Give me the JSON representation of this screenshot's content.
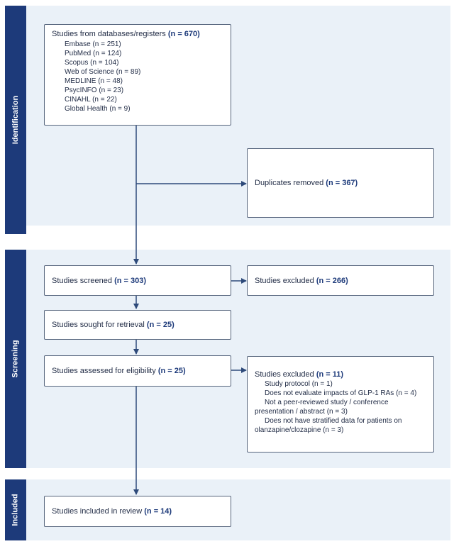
{
  "sections": {
    "identification": "Identification",
    "screening": "Screening",
    "included": "Included"
  },
  "identification": {
    "title": "Studies from databases/registers",
    "title_count": "(n = 670)",
    "sources": [
      "Embase (n = 251)",
      "PubMed (n = 124)",
      "Scopus (n = 104)",
      "Web of Science (n = 89)",
      "MEDLINE (n = 48)",
      "PsycINFO (n = 23)",
      "CINAHL (n = 22)",
      "Global Health (n = 9)"
    ],
    "duplicates_label": "Duplicates removed",
    "duplicates_count": "(n = 367)"
  },
  "screening": {
    "screened_label": "Studies screened",
    "screened_count": "(n = 303)",
    "excluded_label": "Studies excluded",
    "excluded_count": "(n = 266)",
    "sought_label": "Studies sought for retrieval",
    "sought_count": "(n = 25)",
    "assessed_label": "Studies assessed for eligibility",
    "assessed_count": "(n = 25)",
    "excluded2_label": "Studies excluded",
    "excluded2_count": "(n = 11)",
    "reasons": [
      "Study protocol (n = 1)",
      "Does not evaluate impacts of GLP-1 RAs (n = 4)",
      "Not a peer-reviewed study / conference",
      "presentation / abstract (n = 3)",
      "Does not have stratified data for patients on",
      "olanzapine/clozapine (n = 3)"
    ]
  },
  "included": {
    "label": "Studies included in review",
    "count": "(n = 14)"
  },
  "colors": {
    "band": "#eaf1f8",
    "side_label": "#1d3a7a",
    "box_border": "#55647c",
    "arrow": "#2e4a7a"
  }
}
